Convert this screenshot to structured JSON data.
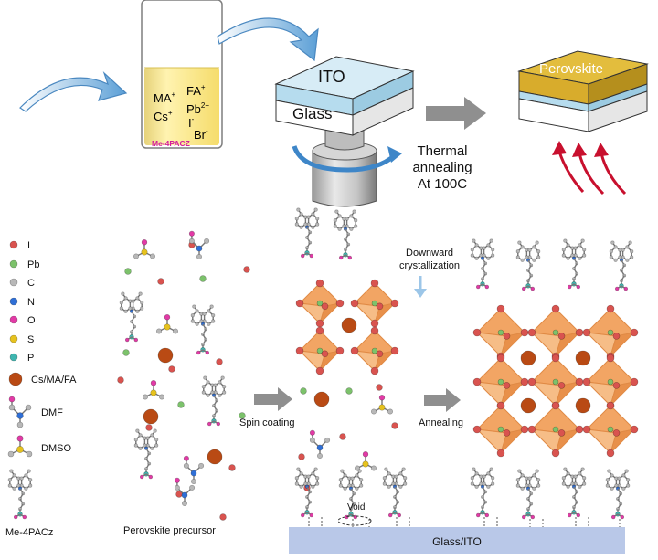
{
  "top": {
    "solution_ions": {
      "ma": "MA",
      "ma_sup": "+",
      "fa": "FA",
      "fa_sup": "+",
      "cs": "Cs",
      "cs_sup": "+",
      "pb": "Pb",
      "pb_sup": "2+",
      "i": "I",
      "i_sup": "-",
      "br": "Br",
      "br_sup": "-",
      "additive": "Me-4PACZ"
    },
    "ito_label": "ITO",
    "glass_label": "Glass",
    "anneal_lines": [
      "Thermal",
      "annealing",
      "At 100C"
    ],
    "perovskite_label": "Perovskite"
  },
  "legend": {
    "items": [
      {
        "label": "I",
        "color": "#d9534f"
      },
      {
        "label": "Pb",
        "color": "#7cc26b"
      },
      {
        "label": "C",
        "color": "#b8b8b8"
      },
      {
        "label": "N",
        "color": "#2f6fd6"
      },
      {
        "label": "O",
        "color": "#e23aa6"
      },
      {
        "label": "S",
        "color": "#e6c21e"
      },
      {
        "label": "P",
        "color": "#3fb6b0"
      },
      {
        "label": "Cs/MA/FA",
        "color": "#b94a14"
      }
    ],
    "dmf": "DMF",
    "dmso": "DMSO",
    "sam": "Me-4PACz"
  },
  "bottom": {
    "precursor_label": "Perovskite precursor",
    "spin_label": "Spin coating",
    "downward_lines": [
      "Downward",
      "crystallization"
    ],
    "annealing_label": "Annealing",
    "void_label": "Void",
    "substrate_label": "Glass/ITO"
  },
  "colors": {
    "octahedron": "#f2a564",
    "octahedron_edge": "#e08a45",
    "ito_blue": "#b6dcee",
    "perovskite_gold": "#d8ac2c",
    "substrate": "#b9c8e8",
    "arrow_gray": "#8f8f8f",
    "heat_red": "#c8102e",
    "solution_yellow": "#fbe487"
  }
}
